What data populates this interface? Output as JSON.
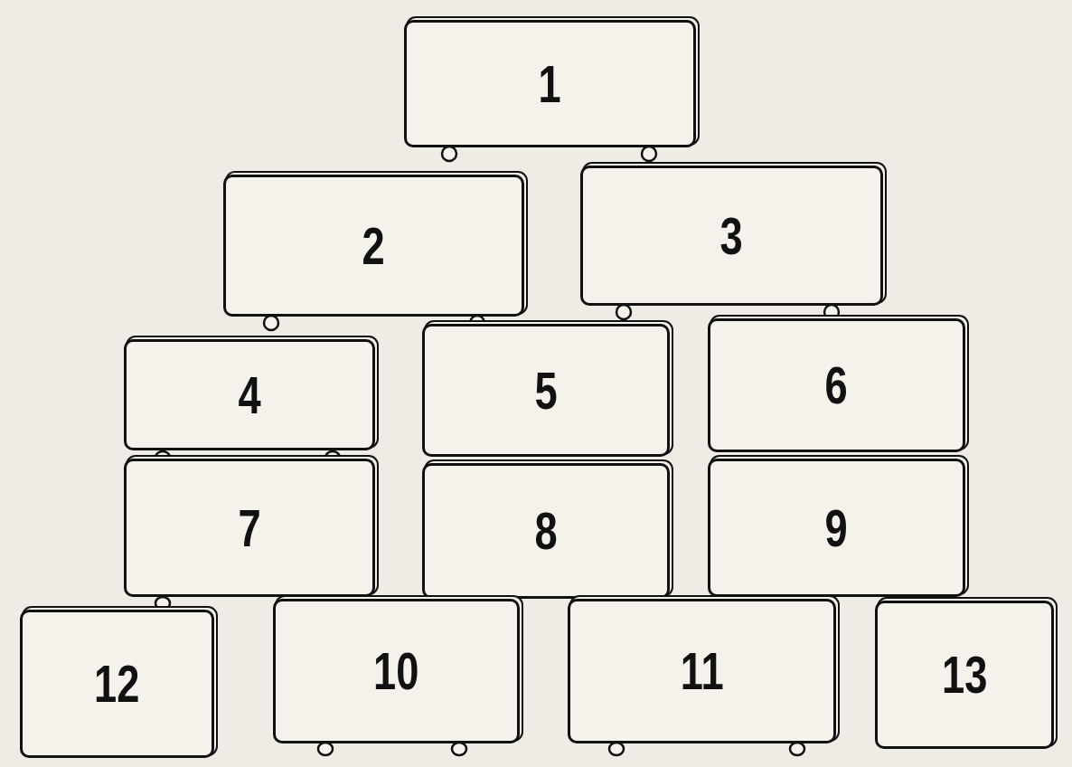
{
  "diagram": {
    "nodes": [
      {
        "text": [
          "1"
        ]
      },
      {
        "text": [
          "2"
        ]
      },
      {
        "text": [
          "3"
        ]
      },
      {
        "text": [
          "4"
        ]
      },
      {
        "text": [
          "5"
        ]
      },
      {
        "text": [
          "6"
        ]
      },
      {
        "text": [
          "7"
        ]
      },
      {
        "text": [
          "8"
        ]
      },
      {
        "text": [
          "9"
        ]
      },
      {
        "text": [
          "12"
        ]
      },
      {
        "text": [
          "10"
        ]
      },
      {
        "text": [
          "11"
        ]
      },
      {
        "text": [
          "13"
        ]
      }
    ]
  }
}
